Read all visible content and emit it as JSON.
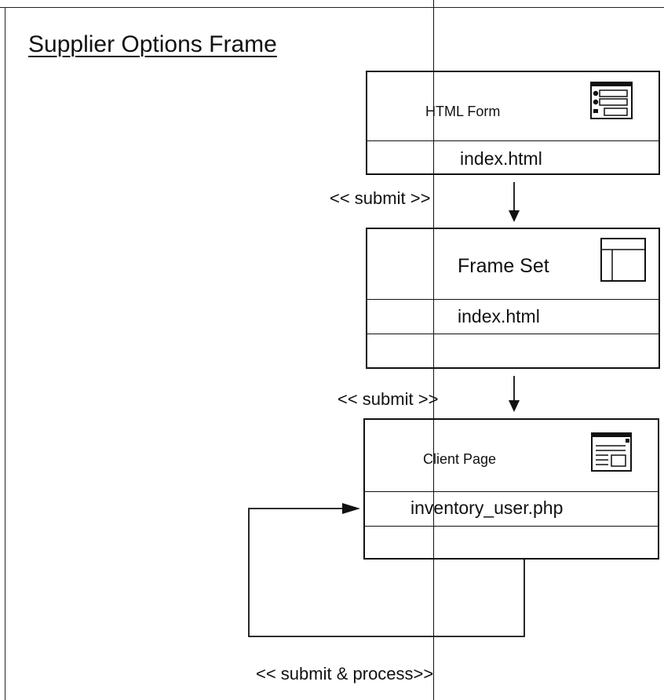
{
  "title": "Supplier Options Frame",
  "boxes": [
    {
      "id": "html-form",
      "label": "HTML Form",
      "file": "index.html",
      "icon": "html-form-icon"
    },
    {
      "id": "frame-set",
      "label": "Frame Set",
      "file": "index.html",
      "icon": "frame-set-icon"
    },
    {
      "id": "client-page",
      "label": "Client Page",
      "file": "inventory_user.php",
      "icon": "client-page-icon"
    }
  ],
  "arrows": [
    {
      "label": "<< submit >>"
    },
    {
      "label": "<< submit >>"
    },
    {
      "label": "<< submit  & process>>"
    }
  ]
}
